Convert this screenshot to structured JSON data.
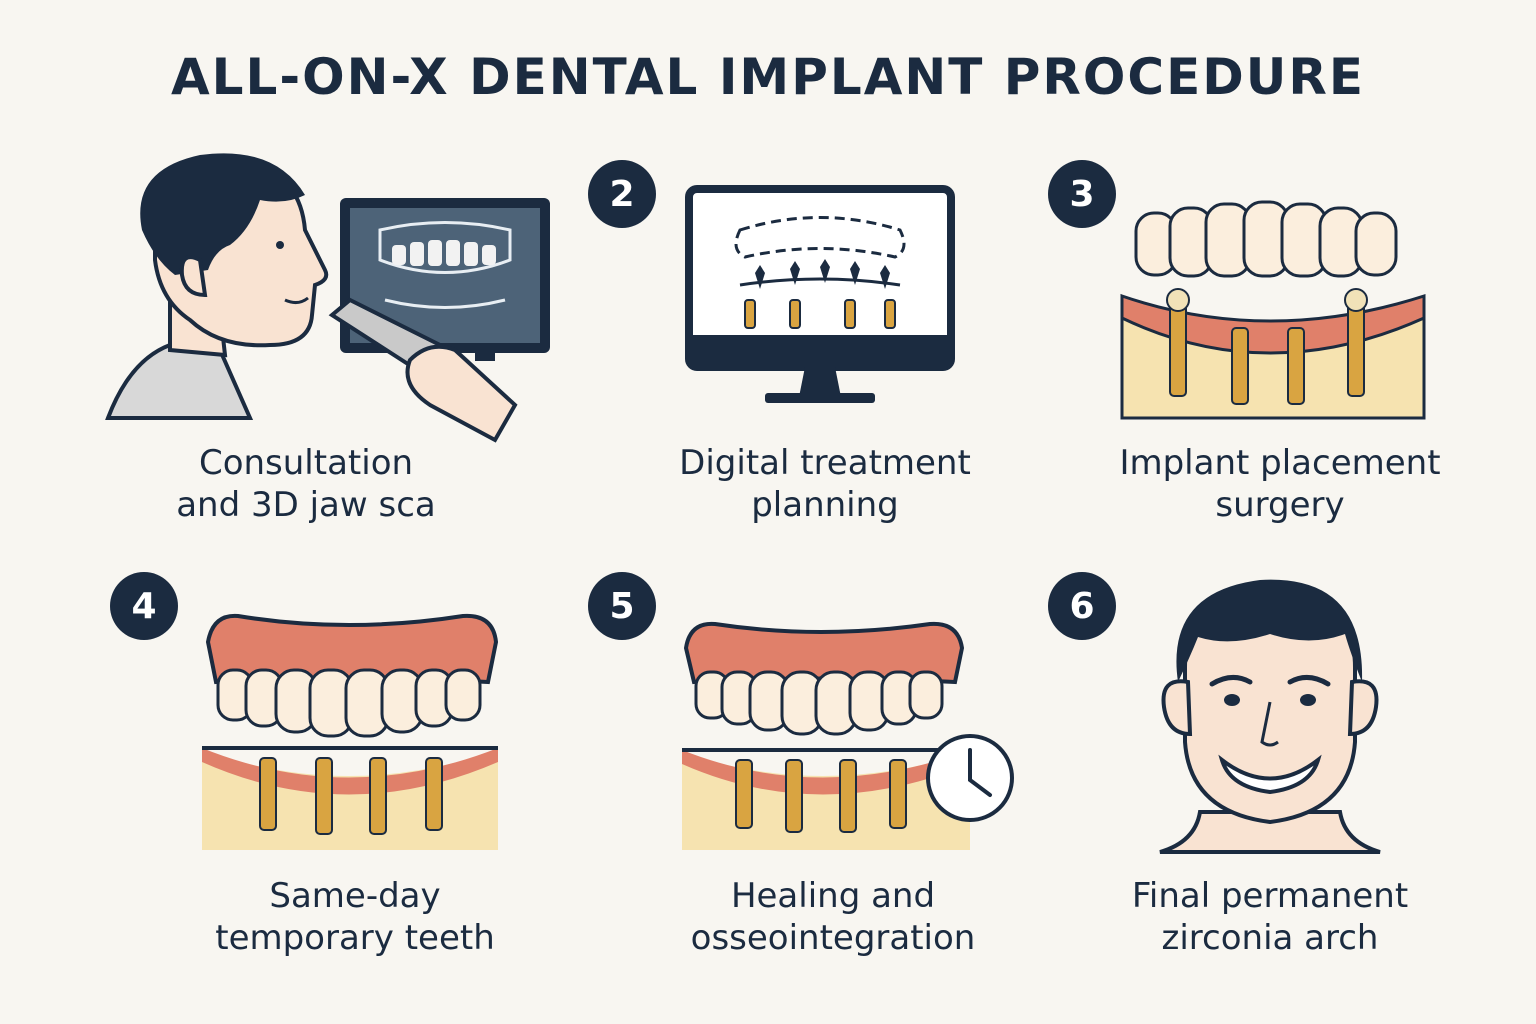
{
  "title": "ALL-ON-X DENTAL IMPLANT PROCEDURE",
  "colors": {
    "navy": "#1b2b40",
    "gum": "#e0806a",
    "bone": "#f6e3b0",
    "tooth": "#fbeedd",
    "implant": "#d9a441",
    "skin": "#f9e3d2",
    "background": "#f8f6f1"
  },
  "steps": [
    {
      "number": "",
      "caption_line1": "Consultation",
      "caption_line2": "and 3D jaw sca",
      "icon": "patient-scan-icon"
    },
    {
      "number": "2",
      "caption_line1": "Digital treatment",
      "caption_line2": "planning",
      "icon": "monitor-plan-icon"
    },
    {
      "number": "3",
      "caption_line1": "Implant placement",
      "caption_line2": "surgery",
      "icon": "implant-jaw-icon"
    },
    {
      "number": "4",
      "caption_line1": "Same-day",
      "caption_line2": "temporary teeth",
      "icon": "denture-implants-icon"
    },
    {
      "number": "5",
      "caption_line1": "Healing and",
      "caption_line2": "osseointegration",
      "icon": "healing-clock-icon"
    },
    {
      "number": "6",
      "caption_line1": "Final permanent",
      "caption_line2": "zirconia arch",
      "icon": "smiling-face-icon"
    }
  ]
}
